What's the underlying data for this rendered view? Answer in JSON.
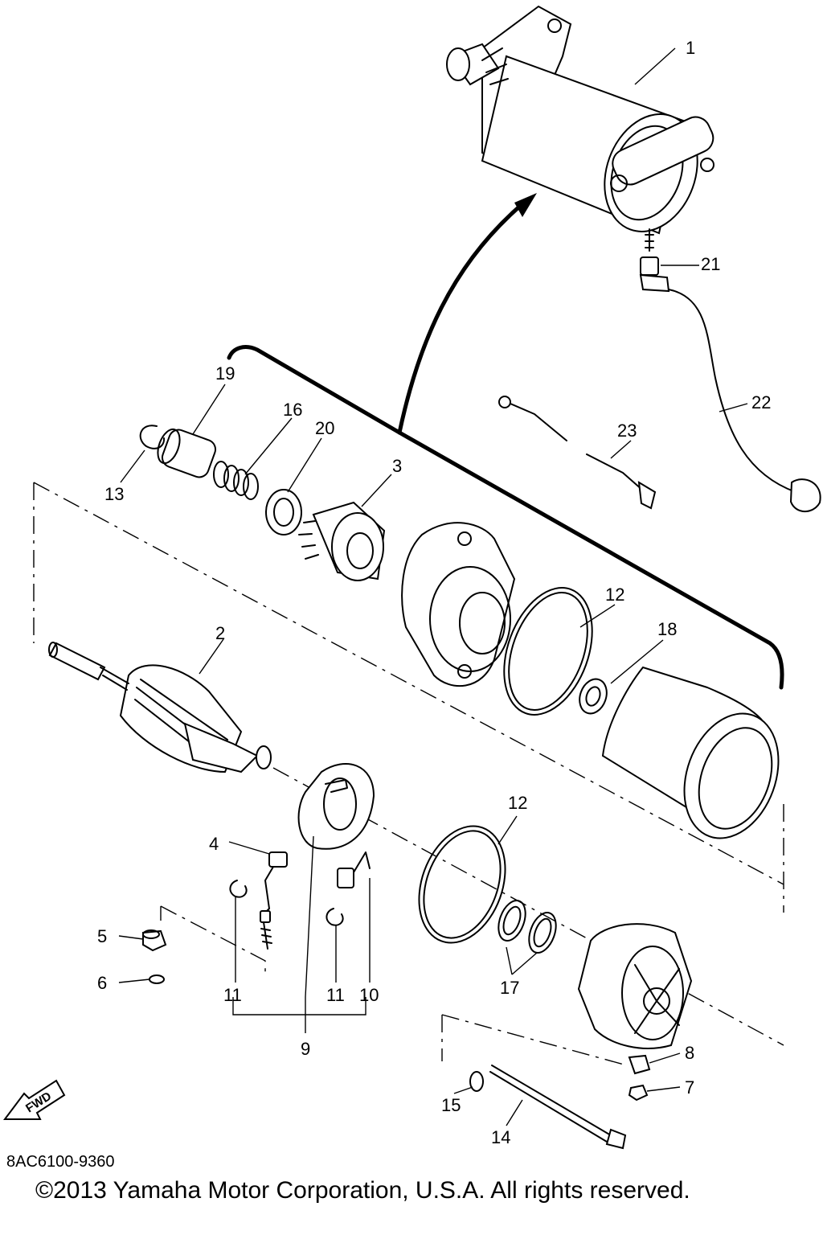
{
  "parts": [
    {
      "id": "p1",
      "label": "1"
    },
    {
      "id": "p2",
      "label": "2"
    },
    {
      "id": "p3",
      "label": "3"
    },
    {
      "id": "p4",
      "label": "4"
    },
    {
      "id": "p5",
      "label": "5"
    },
    {
      "id": "p6",
      "label": "6"
    },
    {
      "id": "p7",
      "label": "7"
    },
    {
      "id": "p8",
      "label": "8"
    },
    {
      "id": "p9",
      "label": "9"
    },
    {
      "id": "p10",
      "label": "10"
    },
    {
      "id": "p11a",
      "label": "11"
    },
    {
      "id": "p11b",
      "label": "11"
    },
    {
      "id": "p12a",
      "label": "12"
    },
    {
      "id": "p12b",
      "label": "12"
    },
    {
      "id": "p13",
      "label": "13"
    },
    {
      "id": "p14",
      "label": "14"
    },
    {
      "id": "p15",
      "label": "15"
    },
    {
      "id": "p16",
      "label": "16"
    },
    {
      "id": "p17",
      "label": "17"
    },
    {
      "id": "p18",
      "label": "18"
    },
    {
      "id": "p19",
      "label": "19"
    },
    {
      "id": "p20",
      "label": "20"
    },
    {
      "id": "p21",
      "label": "21"
    },
    {
      "id": "p22",
      "label": "22"
    },
    {
      "id": "p23",
      "label": "23"
    }
  ],
  "fwd_label": "FWD",
  "diagram_code": "8AC6100-9360",
  "copyright": "©2013 Yamaha Motor Corporation, U.S.A. All rights reserved."
}
